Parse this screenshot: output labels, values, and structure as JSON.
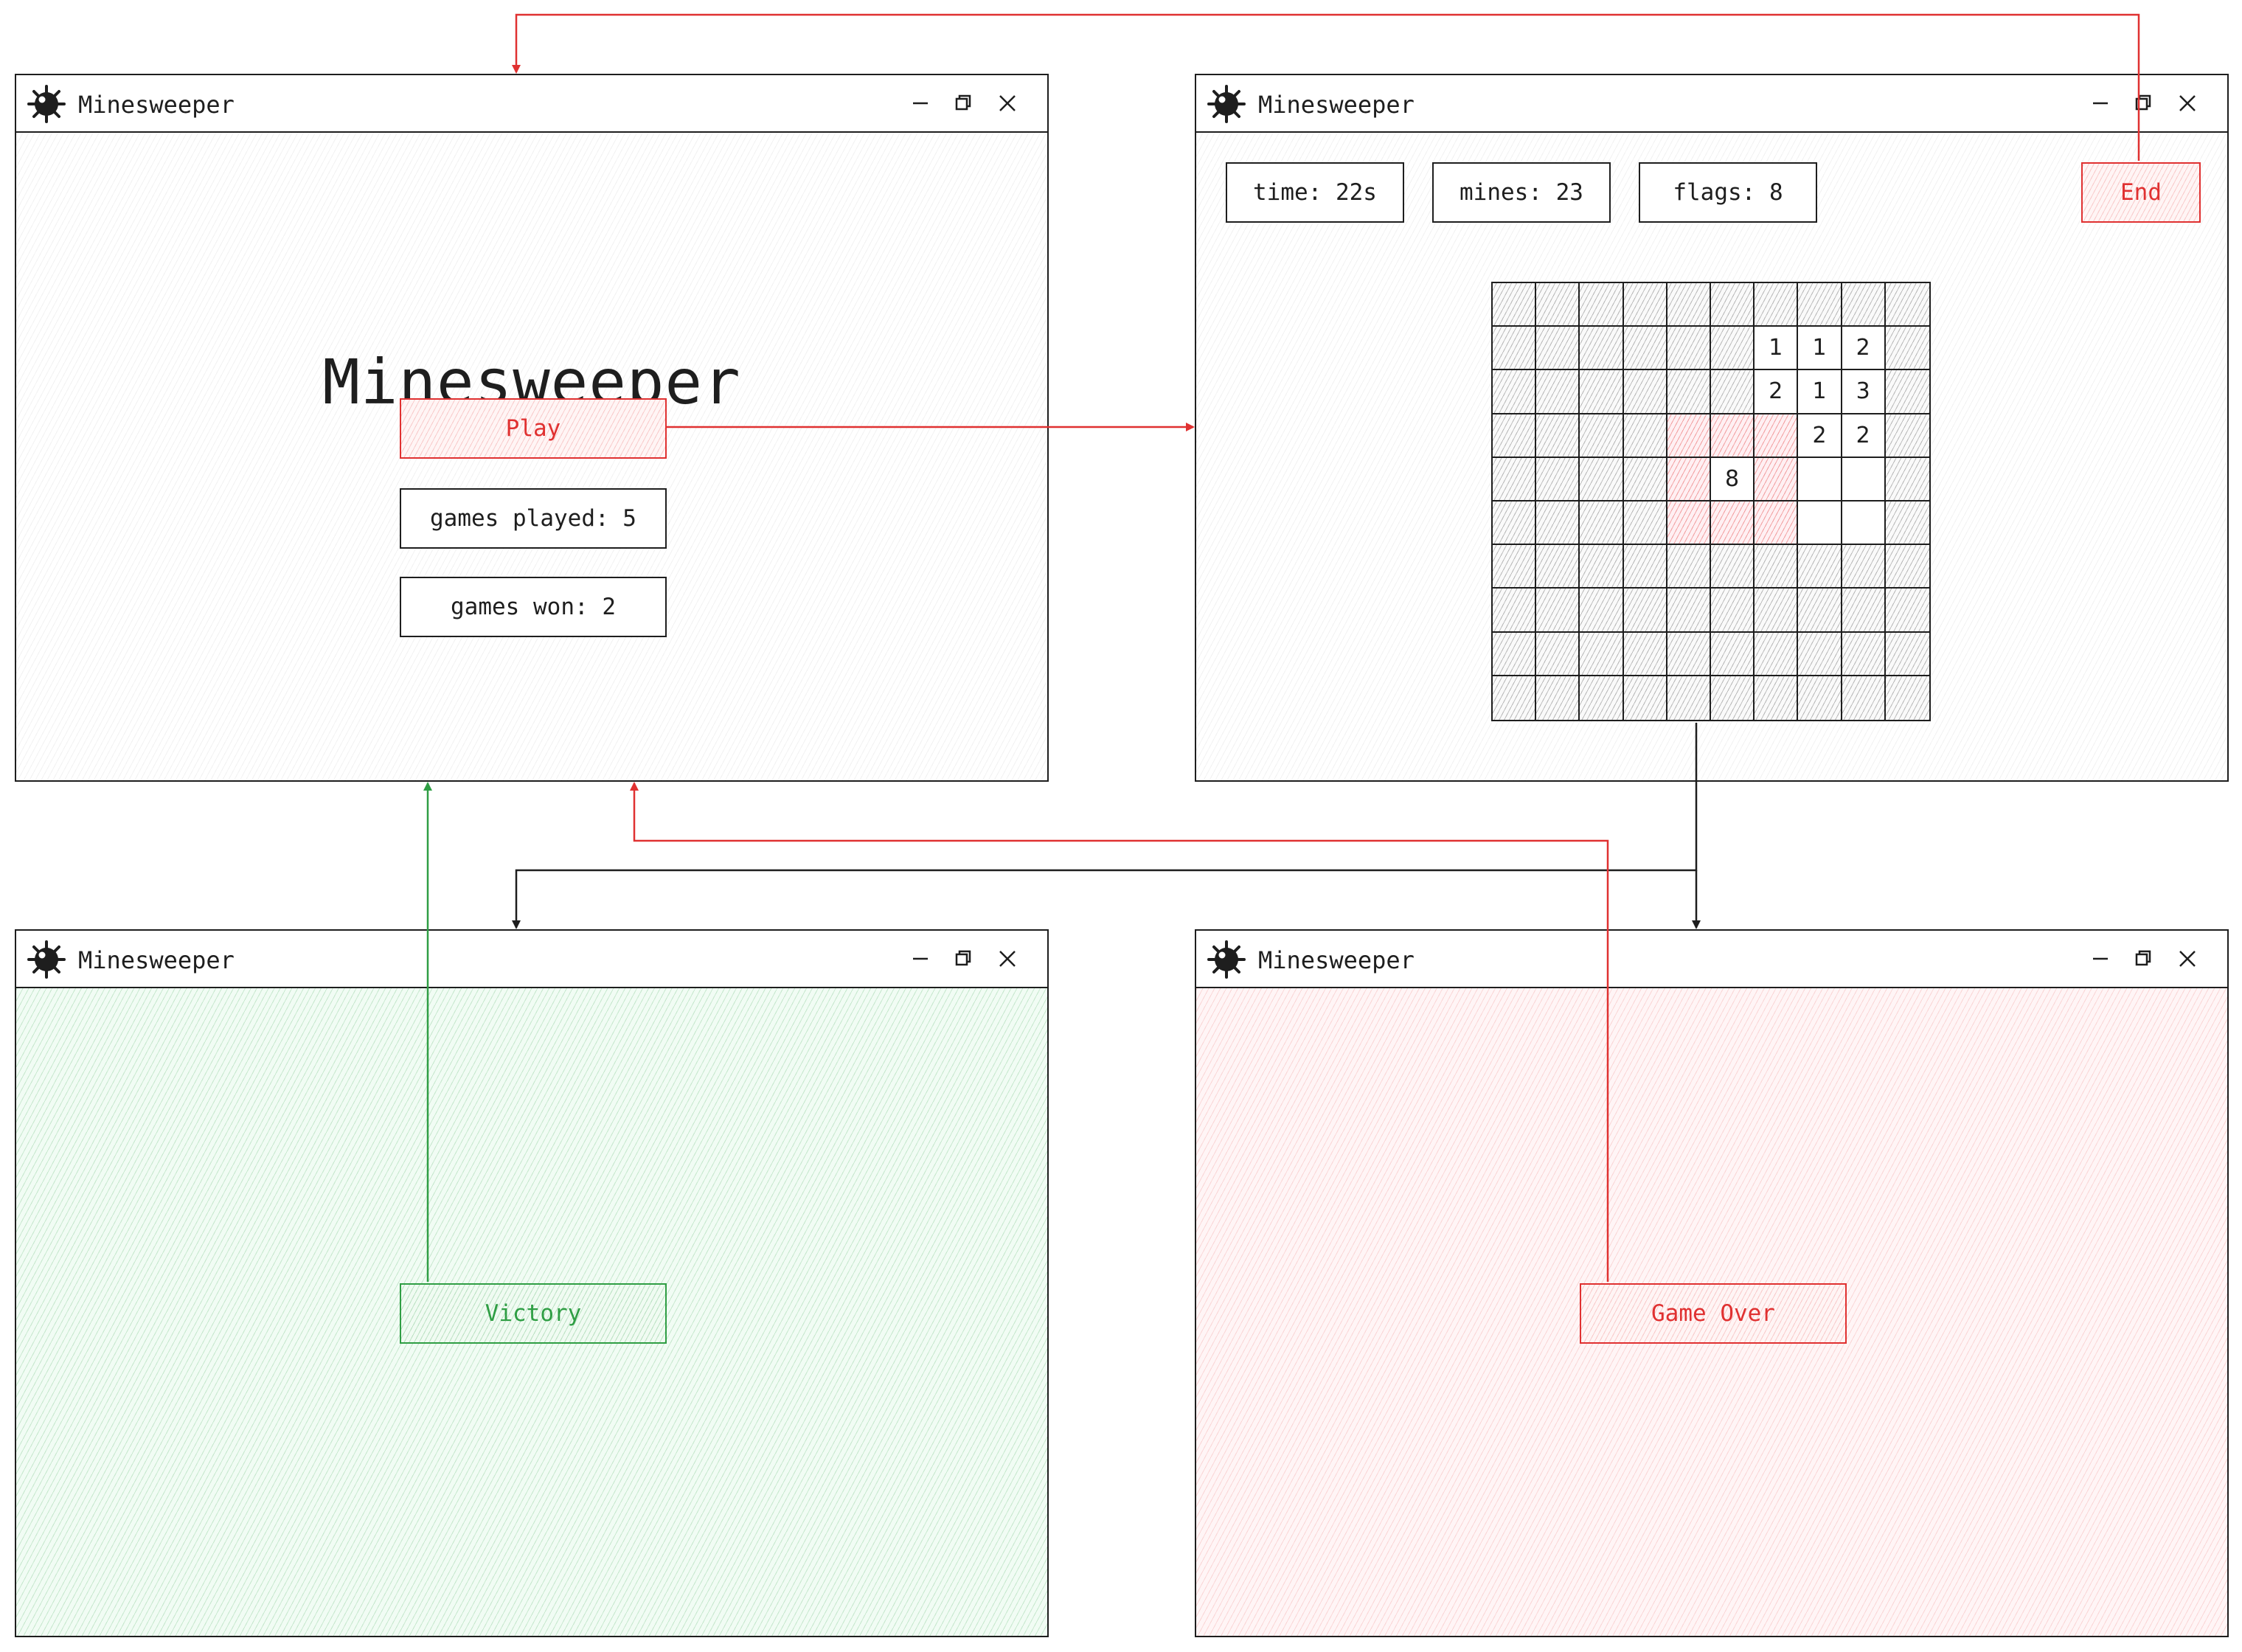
{
  "windows": {
    "home": {
      "title": "Minesweeper",
      "heading": "Minesweeper",
      "play_label": "Play",
      "games_played_label": "games played: 5",
      "games_won_label": "games won: 2"
    },
    "game": {
      "title": "Minesweeper",
      "time_label": "time: 22s",
      "mines_label": "mines: 23",
      "flags_label": "flags: 8",
      "end_label": "End",
      "board": {
        "rows": 10,
        "cols": 10,
        "cells": [
          [
            "c",
            "c",
            "c",
            "c",
            "c",
            "c",
            "c",
            "c",
            "c",
            "c"
          ],
          [
            "c",
            "c",
            "c",
            "c",
            "c",
            "c",
            "1",
            "1",
            "2",
            "c"
          ],
          [
            "c",
            "c",
            "c",
            "c",
            "c",
            "c",
            "2",
            "1",
            "3",
            "c"
          ],
          [
            "c",
            "c",
            "c",
            "c",
            "f",
            "f",
            "f",
            "2",
            "2",
            "c"
          ],
          [
            "c",
            "c",
            "c",
            "c",
            "f",
            "8",
            "f",
            " ",
            " ",
            "c"
          ],
          [
            "c",
            "c",
            "c",
            "c",
            "f",
            "f",
            "f",
            " ",
            " ",
            "c"
          ],
          [
            "c",
            "c",
            "c",
            "c",
            "c",
            "c",
            "c",
            "c",
            "c",
            "c"
          ],
          [
            "c",
            "c",
            "c",
            "c",
            "c",
            "c",
            "c",
            "c",
            "c",
            "c"
          ],
          [
            "c",
            "c",
            "c",
            "c",
            "c",
            "c",
            "c",
            "c",
            "c",
            "c"
          ],
          [
            "c",
            "c",
            "c",
            "c",
            "c",
            "c",
            "c",
            "c",
            "c",
            "c"
          ]
        ]
      }
    },
    "victory": {
      "title": "Minesweeper",
      "victory_label": "Victory"
    },
    "game_over": {
      "title": "Minesweeper",
      "game_over_label": "Game Over"
    }
  },
  "colors": {
    "ink": "#1e1e1e",
    "red": "#e03131",
    "green": "#2f9e44"
  },
  "icons": {
    "app": "mine-icon",
    "minimize": "minimize-icon",
    "restore": "restore-icon",
    "close": "close-icon"
  }
}
